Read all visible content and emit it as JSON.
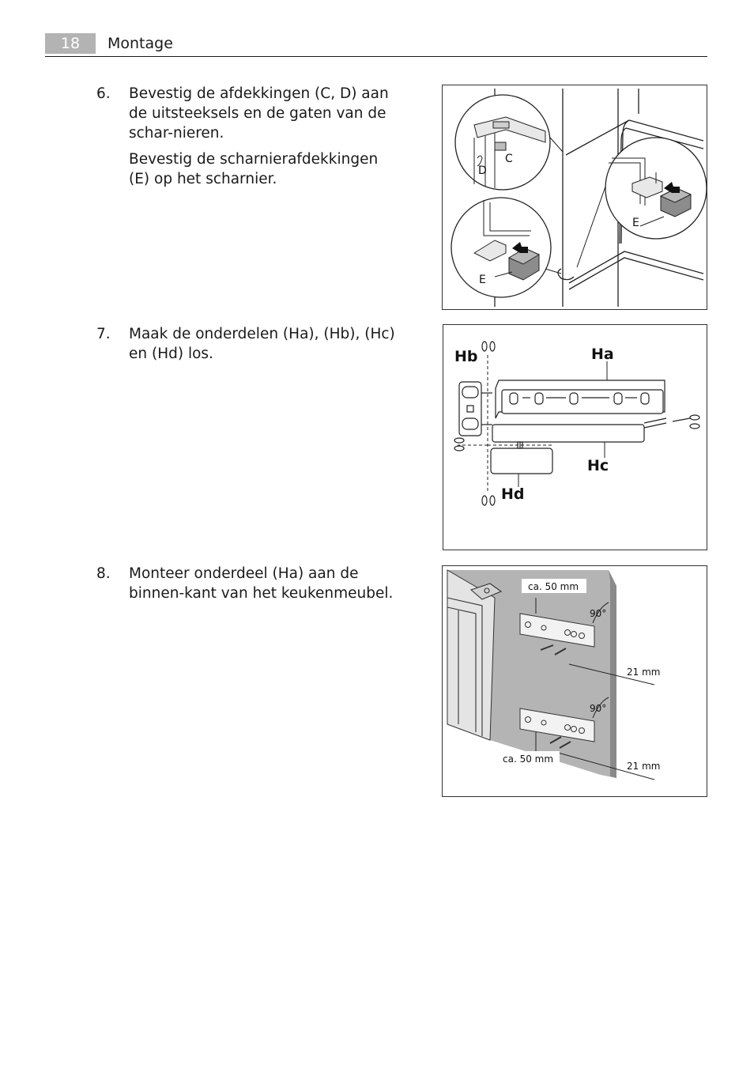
{
  "header": {
    "page_number": "18",
    "section_title": "Montage"
  },
  "steps": [
    {
      "number": "6.",
      "paragraphs": [
        "Bevestig de afdekkingen (C, D) aan de uitsteeksels en de gaten van de schar-nieren.",
        "Bevestig de scharnierafdekkingen (E) op het scharnier."
      ]
    },
    {
      "number": "7.",
      "paragraphs": [
        "Maak de onderdelen (Ha), (Hb), (Hc) en (Hd) los."
      ]
    },
    {
      "number": "8.",
      "paragraphs": [
        "Monteer onderdeel (Ha) aan de binnen-kant van het keukenmeubel."
      ]
    }
  ],
  "figures": {
    "fig1": {
      "labels": {
        "c": "C",
        "d": "D",
        "e1": "E",
        "e2": "E"
      }
    },
    "fig2": {
      "labels": {
        "ha": "Ha",
        "hb": "Hb",
        "hc": "Hc",
        "hd": "Hd"
      }
    },
    "fig3": {
      "labels": {
        "dist_top": "ca. 50 mm",
        "dist_bottom": "ca. 50 mm",
        "angle_top": "90°",
        "angle_bottom": "90°",
        "offset_top": "21 mm",
        "offset_bottom": "21 mm"
      }
    }
  }
}
